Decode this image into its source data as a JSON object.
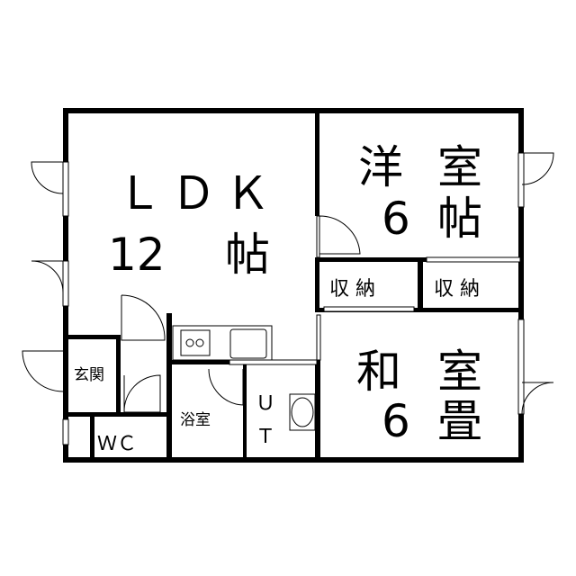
{
  "rooms": {
    "ldk": {
      "name": "ＬＤＫ",
      "size": "12",
      "unit": "帖"
    },
    "western": {
      "name_1": "洋",
      "name_2": "室",
      "size": "6",
      "unit": "帖"
    },
    "japanese": {
      "name_1": "和",
      "name_2": "室",
      "size": "6",
      "unit": "畳"
    },
    "storage_left": "収 納",
    "storage_right": "収 納",
    "entrance": "玄関",
    "wc": "ＷＣ",
    "bath": "浴室",
    "ut_1": "Ｕ",
    "ut_2": "Ｔ"
  }
}
